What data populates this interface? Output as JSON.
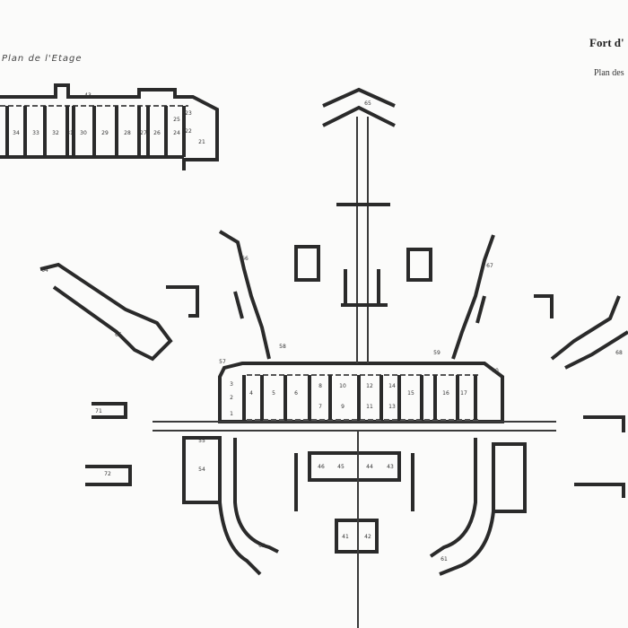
{
  "header": {
    "title": "Fort d'",
    "subtitle": "Plan des",
    "upper_floor_title": "Plan de l'Etage"
  },
  "upper_plan": {
    "rooms": [
      "34",
      "33",
      "32",
      "31",
      "30",
      "29",
      "28",
      "27",
      "26",
      "25",
      "24",
      "23",
      "22",
      "21",
      "43"
    ]
  },
  "main_plan": {
    "central_rooms": [
      "1",
      "2",
      "3",
      "4",
      "5",
      "6",
      "7",
      "8",
      "9",
      "10",
      "11",
      "12",
      "13",
      "14",
      "15",
      "16",
      "17"
    ],
    "south_rooms": [
      "46",
      "45",
      "44",
      "43",
      "54",
      "55",
      "62",
      "61",
      "42",
      "41"
    ],
    "outer_rooms": [
      "57",
      "58",
      "59",
      "60",
      "63",
      "64",
      "65",
      "66",
      "67",
      "68",
      "71",
      "72"
    ]
  }
}
